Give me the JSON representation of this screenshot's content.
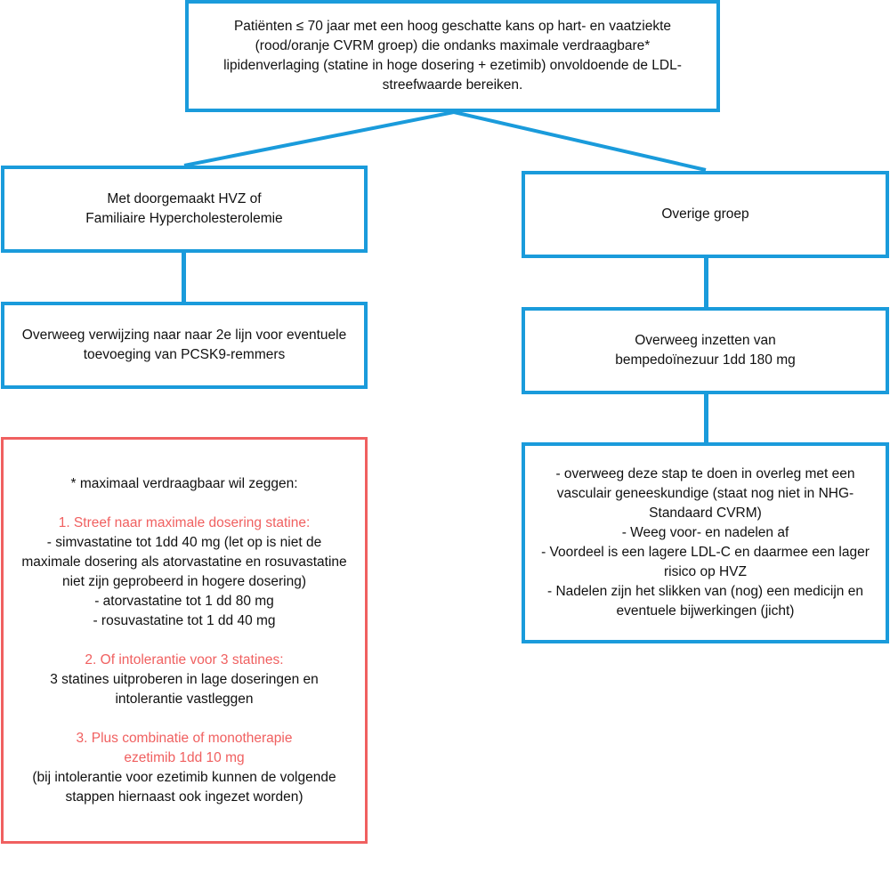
{
  "colors": {
    "box_border": "#1a9bdb",
    "note_border": "#f06060",
    "highlight_text": "#f06060"
  },
  "top_box": {
    "lines": [
      "Patiënten ≤ 70 jaar met een hoog geschatte kans op hart- en vaatziekte",
      "(rood/oranje CVRM groep) die ondanks maximale verdraagbare*",
      "lipidenverlaging (statine in hoge dosering + ezetimib) onvoldoende de LDL-",
      "streefwaarde bereiken."
    ]
  },
  "left_branch": {
    "group": {
      "lines": [
        "Met doorgemaakt HVZ of",
        "Familiaire Hypercholesterolemie"
      ]
    },
    "action": {
      "lines": [
        "Overweeg verwijzing naar naar 2e lijn voor eventuele",
        "toevoeging van PCSK9-remmers"
      ]
    }
  },
  "right_branch": {
    "group": {
      "lines": [
        "Overige groep"
      ]
    },
    "action": {
      "lines": [
        "Overweeg inzetten van",
        "bempedoïnezuur 1dd 180 mg"
      ]
    },
    "notes": {
      "lines": [
        "- overweeg deze stap te doen in overleg met een",
        "vasculair geneeskundige (staat nog niet in NHG-",
        "Standaard CVRM)",
        "- Weeg voor- en nadelen af",
        "- Voordeel is een lagere LDL-C en daarmee een lager",
        "risico op HVZ",
        "- Nadelen zijn het slikken van (nog) een medicijn en",
        "eventuele bijwerkingen (jicht)"
      ]
    }
  },
  "footnote_box": {
    "intro": "* maximaal verdraagbaar wil zeggen:",
    "step1": {
      "heading": "1. Streef naar maximale dosering statine:",
      "lines": [
        "- simvastatine tot 1dd 40 mg (let op is niet de",
        "maximale dosering als atorvastatine en rosuvastatine",
        "niet zijn geprobeerd in hogere dosering)",
        "- atorvastatine tot 1 dd 80 mg",
        "- rosuvastatine tot 1 dd 40 mg"
      ]
    },
    "step2": {
      "heading": "2. Of intolerantie voor 3 statines:",
      "lines": [
        "3 statines uitproberen in lage doseringen en",
        "intolerantie vastleggen"
      ]
    },
    "step3": {
      "headings": [
        "3. Plus combinatie of monotherapie",
        "ezetimib 1dd 10 mg"
      ],
      "lines": [
        "(bij intolerantie voor ezetimib kunnen de volgende",
        "stappen hiernaast ook ingezet worden)"
      ]
    }
  }
}
